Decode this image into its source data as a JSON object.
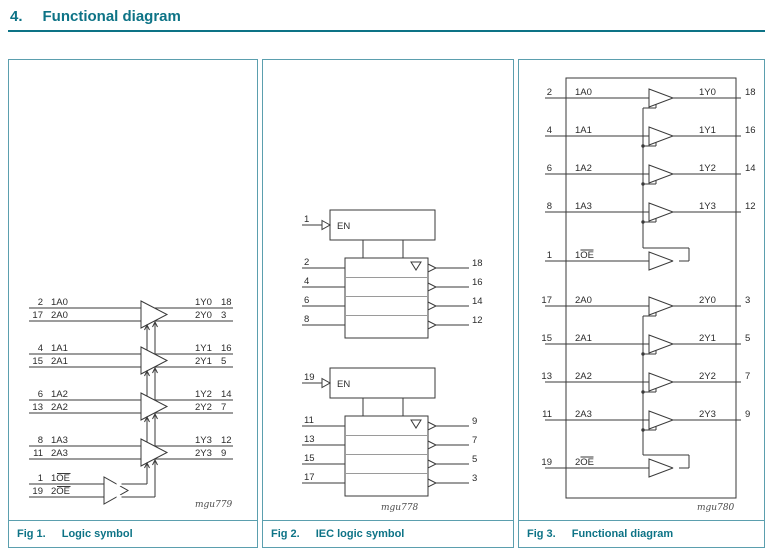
{
  "page": {
    "section_number": "4.",
    "section_title": "Functional diagram"
  },
  "colors": {
    "accent": "#0d7386",
    "line": "#3a3a3a"
  },
  "figures": {
    "fig1": {
      "caption_label": "Fig 1.",
      "caption_title": "Logic symbol",
      "watermark": "mgu779",
      "rows": [
        {
          "in1_pin": "2",
          "in1_label": "1A0",
          "in2_pin": "17",
          "in2_label": "2A0",
          "out1_label": "1Y0",
          "out1_pin": "18",
          "out2_label": "2Y0",
          "out2_pin": "3"
        },
        {
          "in1_pin": "4",
          "in1_label": "1A1",
          "in2_pin": "15",
          "in2_label": "2A1",
          "out1_label": "1Y1",
          "out1_pin": "16",
          "out2_label": "2Y1",
          "out2_pin": "5"
        },
        {
          "in1_pin": "6",
          "in1_label": "1A2",
          "in2_pin": "13",
          "in2_label": "2A2",
          "out1_label": "1Y2",
          "out1_pin": "14",
          "out2_label": "2Y2",
          "out2_pin": "7"
        },
        {
          "in1_pin": "8",
          "in1_label": "1A3",
          "in2_pin": "11",
          "in2_label": "2A3",
          "out1_label": "1Y3",
          "out1_pin": "12",
          "out2_label": "2Y3",
          "out2_pin": "9"
        }
      ],
      "oe1_pin": "1",
      "oe1_num": "1",
      "oe1_bar": "OE",
      "oe2_pin": "19",
      "oe2_num": "2",
      "oe2_bar": "OE"
    },
    "fig2": {
      "caption_label": "Fig 2.",
      "caption_title": "IEC logic symbol",
      "watermark": "mgu778",
      "en_label": "EN",
      "block1": {
        "en_pin": "1",
        "inputs": [
          "2",
          "4",
          "6",
          "8"
        ],
        "outputs": [
          "18",
          "16",
          "14",
          "12"
        ]
      },
      "block2": {
        "en_pin": "19",
        "inputs": [
          "11",
          "13",
          "15",
          "17"
        ],
        "outputs": [
          "9",
          "7",
          "5",
          "3"
        ]
      }
    },
    "fig3": {
      "caption_label": "Fig 3.",
      "caption_title": "Functional diagram",
      "watermark": "mgu780",
      "group1": {
        "rows": [
          {
            "pin_in": "2",
            "in_label": "1A0",
            "out_label": "1Y0",
            "pin_out": "18"
          },
          {
            "pin_in": "4",
            "in_label": "1A1",
            "out_label": "1Y1",
            "pin_out": "16"
          },
          {
            "pin_in": "6",
            "in_label": "1A2",
            "out_label": "1Y2",
            "pin_out": "14"
          },
          {
            "pin_in": "8",
            "in_label": "1A3",
            "out_label": "1Y3",
            "pin_out": "12"
          }
        ],
        "oe_pin": "1",
        "oe_num": "1",
        "oe_bar": "OE"
      },
      "group2": {
        "rows": [
          {
            "pin_in": "17",
            "in_label": "2A0",
            "out_label": "2Y0",
            "pin_out": "3"
          },
          {
            "pin_in": "15",
            "in_label": "2A1",
            "out_label": "2Y1",
            "pin_out": "5"
          },
          {
            "pin_in": "13",
            "in_label": "2A2",
            "out_label": "2Y2",
            "pin_out": "7"
          },
          {
            "pin_in": "11",
            "in_label": "2A3",
            "out_label": "2Y3",
            "pin_out": "9"
          }
        ],
        "oe_pin": "19",
        "oe_num": "2",
        "oe_bar": "OE"
      }
    }
  }
}
